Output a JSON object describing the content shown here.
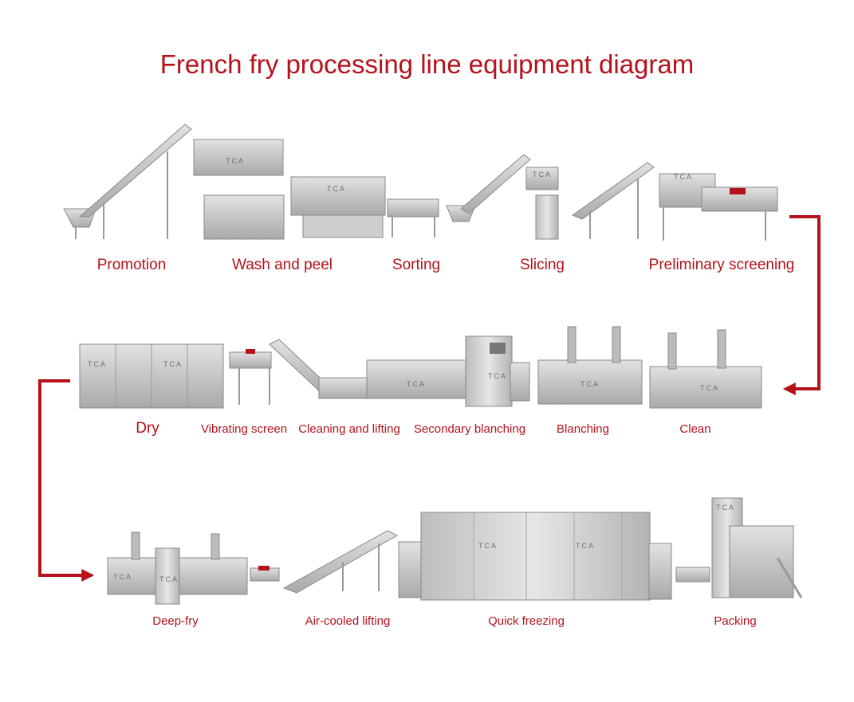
{
  "title": "French fry processing line equipment diagram",
  "brand": "TCA",
  "colors": {
    "accent": "#b5121b",
    "steel": "#c9c9c9",
    "steel_dark": "#8e8e8e"
  },
  "stages": {
    "row1": [
      "Promotion",
      "Wash and peel",
      "Sorting",
      "Slicing",
      "Preliminary screening"
    ],
    "row2": [
      "Dry",
      "Vibrating screen",
      "Cleaning and lifting",
      "Secondary blanching",
      "Blanching",
      "Clean"
    ],
    "row3": [
      "Deep-fry",
      "Air-cooled lifting",
      "Quick freezing",
      "Packing"
    ]
  }
}
